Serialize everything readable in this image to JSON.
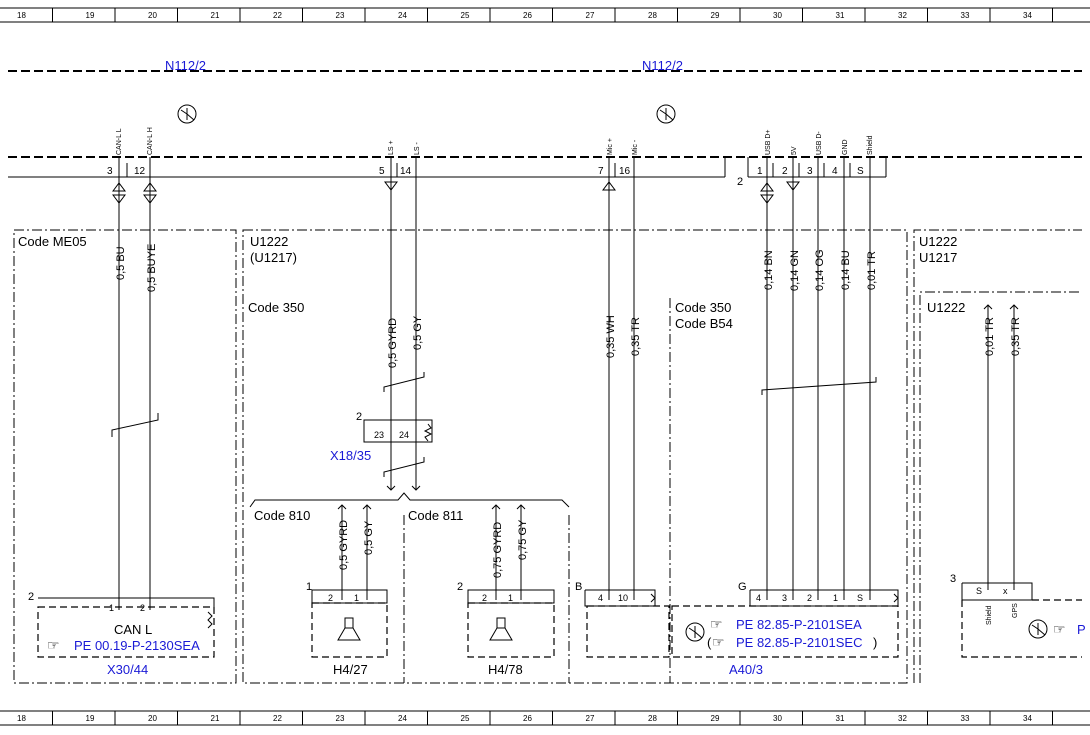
{
  "grid_columns": [
    "18",
    "19",
    "20",
    "21",
    "22",
    "23",
    "24",
    "25",
    "26",
    "27",
    "28",
    "29",
    "30",
    "31",
    "32",
    "33",
    "34"
  ],
  "connectors": {
    "n112_left": "N112/2",
    "n112_right": "N112/2"
  },
  "pins": {
    "can_l_l": "CAN-L L",
    "can_l_h": "CAN-L H",
    "ls_plus": "LS +",
    "ls_minus": "LS -",
    "mic_plus": "Mic +",
    "mic_minus": "Mic -",
    "usb_dplus": "USB D+",
    "v5": "5V",
    "usb_dminus": "USB D-",
    "gnd": "GND",
    "shield": "Shield",
    "num_3": "3",
    "num_12": "12",
    "num_5": "5",
    "num_14": "14",
    "num_7": "7",
    "num_16": "16",
    "num_2a": "2",
    "num_1": "1",
    "num_2": "2",
    "num_3b": "3",
    "num_4": "4",
    "num_s": "S"
  },
  "wires": {
    "bu_05": "0,5 BU",
    "buye_05": "0,5 BUYE",
    "gyrd_05": "0,5 GYRD",
    "gy_05": "0,5 GY",
    "wh_035": "0,35 WH",
    "tr_035": "0,35 TR",
    "bn_014": "0,14 BN",
    "gn_014": "0,14 GN",
    "og_014": "0,14 OG",
    "bu_014": "0,14 BU",
    "tr_001": "0,01 TR",
    "tr_001_b": "0,01 TR",
    "tr_035_b": "0,35 TR",
    "gyrd_05_b": "0,5 GYRD",
    "gy_05_b": "0,5 GY",
    "gyrd_075": "0,75 GYRD",
    "gy_075": "0,75 GY"
  },
  "boxes": {
    "code_me05": "Code ME05",
    "u1222": "U1222",
    "u1217_paren": "(U1217)",
    "code_350": "Code 350",
    "code_350_b": "Code 350",
    "code_b54": "Code B54",
    "u1222_r": "U1222",
    "u1217_r": "U1217",
    "u1222_inner": "U1222",
    "code_810": "Code 810",
    "code_811": "Code 811"
  },
  "components": {
    "x30_44": "X30/44",
    "can_l": "CAN L",
    "pe_x30": "PE 00.19-P-2130SEA",
    "x18_35": "X18/35",
    "x18_23": "23",
    "x18_24": "24",
    "x18_num": "2",
    "h4_27": "H4/27",
    "h4_78": "H4/78",
    "a40_3": "A40/3",
    "pe_a40_1": "PE 82.85-P-2101SEA",
    "pe_a40_2": "PE 82.85-P-2101SEC",
    "paren_open": "(",
    "paren_close": ")",
    "b_label": "B",
    "g_label": "G",
    "num_3_label": "3",
    "num_2_x30": "2",
    "pin_1_x30": "1",
    "pin_2_x30": "2",
    "spk1_label": "1",
    "spk1_p2": "2",
    "spk1_p1": "1",
    "spk2_label": "2",
    "spk2_p2": "2",
    "spk2_p1": "1",
    "b_p4": "4",
    "b_p10": "10",
    "g_p4": "4",
    "g_p3": "3",
    "g_p2": "2",
    "g_p1": "1",
    "g_ps": "S",
    "r_ps": "S",
    "r_px": "x",
    "r_shield": "Shield",
    "r_gps": "GPS"
  },
  "colors": {
    "link": "#1a1ad6",
    "line": "#000000"
  }
}
